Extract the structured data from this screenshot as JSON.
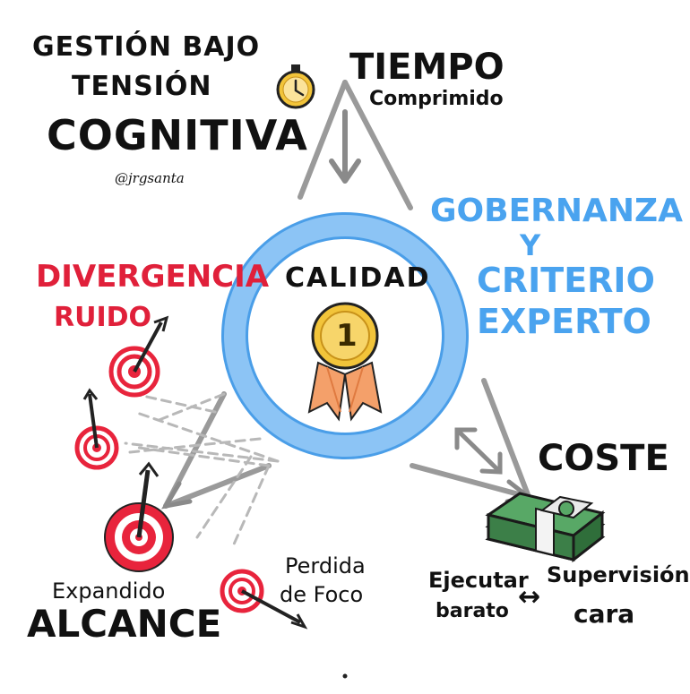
{
  "title": {
    "line1": "GESTIÓN BAJO",
    "line2": "TENSIÓN",
    "line3": "COGNITIVA",
    "author": "@jrgsanta"
  },
  "tiempo": {
    "label": "TIEMPO",
    "sub": "Comprimido"
  },
  "calidad": {
    "label": "CALIDAD",
    "medal_number": "1"
  },
  "gobernanza": {
    "line1": "GOBERNANZA",
    "line2": "Y",
    "line3": "CRITERIO",
    "line4": "EXPERTO"
  },
  "coste": {
    "label": "COSTE",
    "left_line1": "Ejecutar",
    "left_line2": "barato",
    "arrow": "↔",
    "right_line1": "Supervisión",
    "right_line2": "cara"
  },
  "divergencia": {
    "line1": "DIVERGENCIA",
    "line2": "RUIDO"
  },
  "alcance": {
    "line1": "Expandido",
    "line2": "ALCANCE"
  },
  "foco": {
    "line1": "Perdida",
    "line2": "de Foco"
  },
  "colors": {
    "ring": "#8cc4f5",
    "ring_outline": "#4a9ee8",
    "blue_text": "#4aa3ef",
    "red_text": "#e0203a",
    "target_red": "#e8243c",
    "arrow_gray": "#9a9a9a",
    "money_green": "#3f8f4f",
    "medal_gold": "#f2c43a",
    "ribbon": "#f4a06a"
  }
}
